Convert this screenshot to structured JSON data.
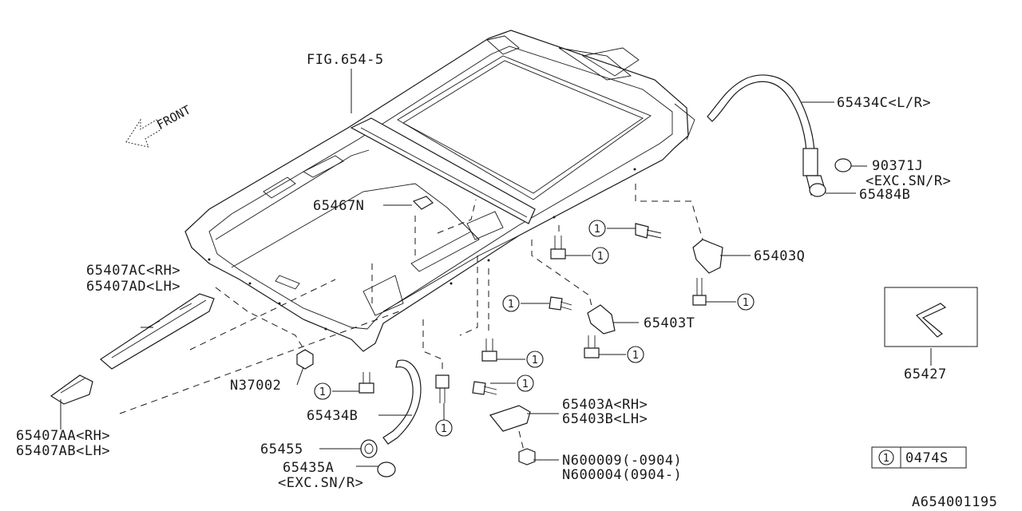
{
  "diagram": {
    "fig_ref": "FIG.654-5",
    "front_label": "FRONT",
    "callout_number": "1",
    "legend": {
      "number": "1",
      "code": "0474S"
    },
    "footer_code": "A654001195",
    "labels": {
      "p65434c": "65434C<L/R>",
      "p90371j": "90371J",
      "p90371j_note": "<EXC.SN/R>",
      "p65484b": "65484B",
      "p65467n": "65467N",
      "p65403q": "65403Q",
      "p65407ac": "65407AC<RH>",
      "p65407ad": "65407AD<LH>",
      "p65403t": "65403T",
      "p65427": "65427",
      "pn37002": "N37002",
      "p65434b": "65434B",
      "p65403a": "65403A<RH>",
      "p65403b": "65403B<LH>",
      "p65407aa": "65407AA<RH>",
      "p65407ab": "65407AB<LH>",
      "p65455": "65455",
      "p65435a": "65435A",
      "p65435a_note": "<EXC.SN/R>",
      "pn600009": "N600009(-0904)",
      "pn600004": "N600004(0904-)"
    }
  }
}
